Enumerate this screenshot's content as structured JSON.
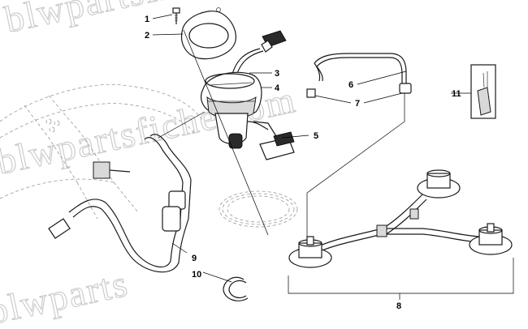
{
  "watermark": {
    "text_1": "blwpartsfiche.com",
    "text_2": "blwpartsfiche.com",
    "text_3": "blwparts"
  },
  "callouts": [
    {
      "id": "1",
      "label": "1"
    },
    {
      "id": "2",
      "label": "2"
    },
    {
      "id": "3",
      "label": "3"
    },
    {
      "id": "4",
      "label": "4"
    },
    {
      "id": "5",
      "label": "5"
    },
    {
      "id": "6",
      "label": "6"
    },
    {
      "id": "7",
      "label": "7"
    },
    {
      "id": "8",
      "label": "8"
    },
    {
      "id": "9",
      "label": "9"
    },
    {
      "id": "10",
      "label": "10"
    },
    {
      "id": "11",
      "label": "11"
    }
  ]
}
